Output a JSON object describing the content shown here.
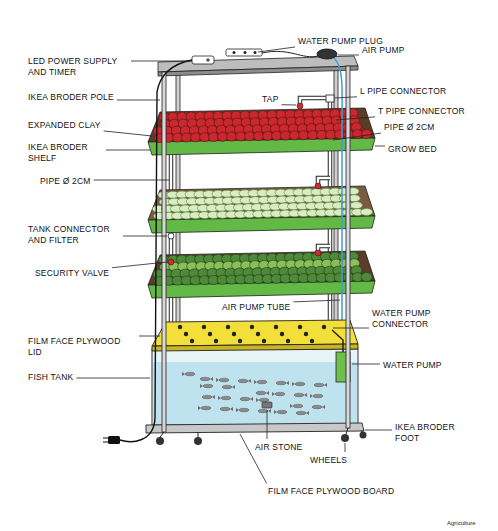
{
  "diagram": {
    "labels": [
      "WATER PUMP PLUG",
      "AIR PUMP",
      "LED POWER SUPPLY AND TIMER",
      "IKEA BRODER POLE",
      "L PIPE CONNECTOR",
      "TAP",
      "T PIPE CONNECTOR",
      "EXPANDED CLAY",
      "PIPE Ø 2CM",
      "IKEA BRODER SHELF",
      "GROW BED",
      "PIPE Ø 2CM",
      "TANK CONNECTOR AND FILTER",
      "SECURITY VALVE",
      "AIR PUMP TUBE",
      "WATER PUMP CONNECTOR",
      "FILM FACE PLYWOOD LID",
      "FISH TANK",
      "WATER PUMP",
      "AIR STONE",
      "WHEELS",
      "IKEA BRODER FOOT",
      "FILM FACE PLYWOOD BOARD",
      "Agriculture"
    ]
  }
}
